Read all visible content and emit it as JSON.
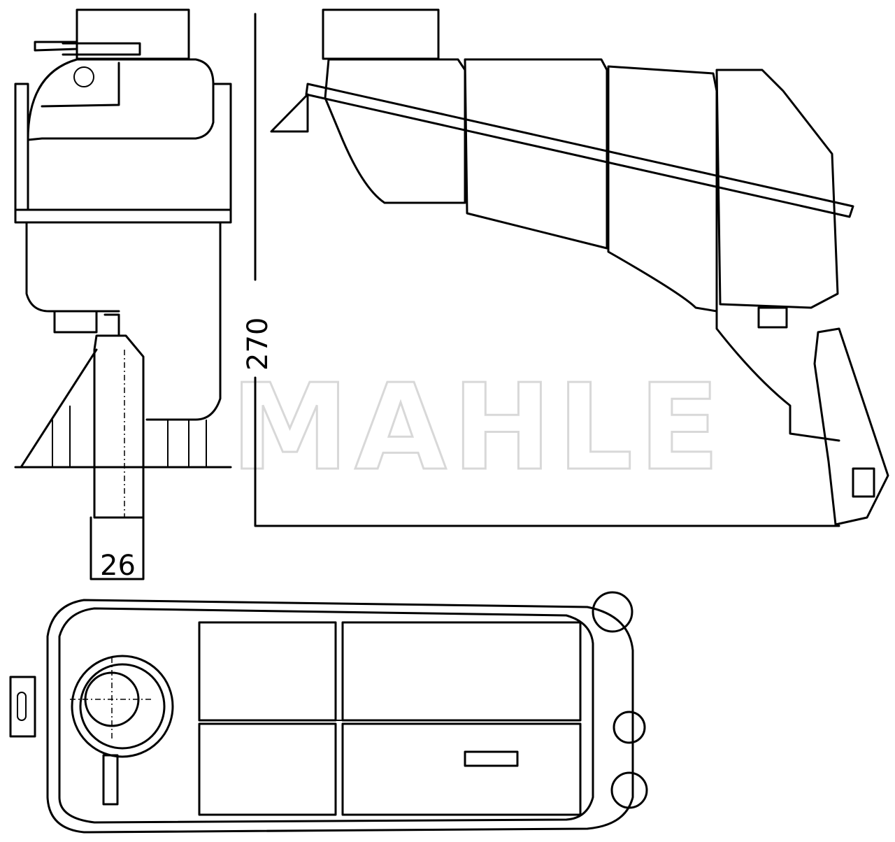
{
  "diagram": {
    "subject": "Coolant expansion tank technical drawing",
    "watermark": "MAHLE",
    "dimensions": {
      "height": "270",
      "outlet_diameter": "26"
    },
    "views": [
      "side-view-left",
      "front-view-right",
      "top-view-bottom"
    ]
  }
}
